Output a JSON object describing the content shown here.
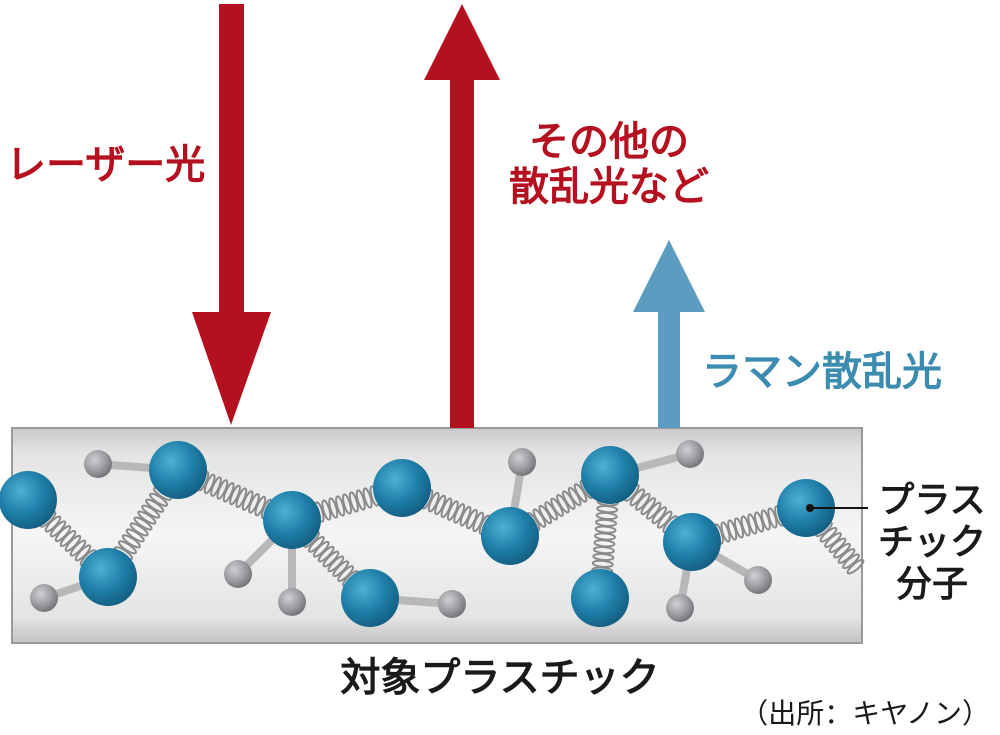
{
  "labels": {
    "laser": "レーザー光",
    "other_line1": "その他の",
    "other_line2": "散乱光など",
    "raman": "ラマン散乱光",
    "molecule_line1": "プラス",
    "molecule_line2": "チック",
    "molecule_line3": "分子",
    "target": "対象プラスチック",
    "source": "（出所：キヤノン）"
  },
  "colors": {
    "laser_arrow": "#b5101f",
    "raman_arrow": "#5b9cc0",
    "atom_large": "#1f7fa8",
    "atom_small": "#9a9a9e",
    "spring": "#8a8a8a"
  },
  "icons": {
    "laser_arrow": "arrow-down-icon",
    "scatter_arrow": "arrow-up-icon",
    "raman_arrow": "arrow-up-icon"
  }
}
